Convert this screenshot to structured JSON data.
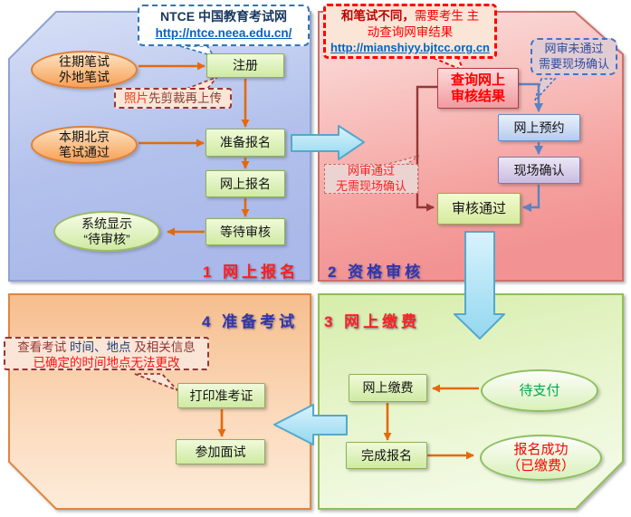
{
  "colors": {
    "quadrant1_fill": "#b3c1ec",
    "quadrant2_fill": "#f49b98",
    "quadrant3_fill": "#e2f3c1",
    "quadrant4_fill": "#f7c18f",
    "arrow_orange": "#e5690b",
    "arrow_blue": "#5b83c0",
    "arrow_darkred": "#953735",
    "big_arrow_fill": "#aee3f7",
    "link_blue": "#0563c1",
    "alert_red": "#ff0000"
  },
  "q1": {
    "label": "1 网上报名",
    "ellipse_prev": {
      "line1": "往期笔试",
      "line2": "外地笔试"
    },
    "ellipse_current": {
      "line1": "本期北京",
      "line2": "笔试通过"
    },
    "ellipse_status": {
      "line1": "系统显示",
      "line2": "“待审核”"
    },
    "register": "注册",
    "prepare": "准备报名",
    "apply": "网上报名",
    "wait": "等待审核"
  },
  "q2": {
    "label": "2 资格审核",
    "check_line1": "查询网上",
    "check_line2": "审核结果",
    "reserve": "网上预约",
    "onsite": "现场确认",
    "approved": "审核通过"
  },
  "q3": {
    "label": "3 网上缴费",
    "pay": "网上缴费",
    "finish": "完成报名",
    "pending": "待支付",
    "success_line1": "报名成功",
    "success_line2": "（已缴费）"
  },
  "q4": {
    "label": "4 准备考试",
    "print": "打印准考证",
    "interview": "参加面试"
  },
  "callouts": {
    "ntce": {
      "title": "NTCE 中国教育考试网",
      "url": "http://ntce.neea.edu.cn/"
    },
    "photo": {
      "highlight": "照片",
      "rest": " 先剪裁再上传"
    },
    "mianshi": {
      "bold": "和笔试不同，",
      "rest": "需要考生 主",
      "line2": "动查询网审结果",
      "url": "http://mianshiyy.bjtcc.org.cn"
    },
    "audit_fail": {
      "line1": "网审未通过",
      "line2": "需要现场确认"
    },
    "audit_pass": {
      "line1": "网审通过",
      "line2": "无需现场确认"
    },
    "exam_info": {
      "part1": "查看考试",
      "part2": " 时间、地点 ",
      "part3": "及相关信息",
      "line2": "已确定的时间地点无法更改"
    }
  }
}
